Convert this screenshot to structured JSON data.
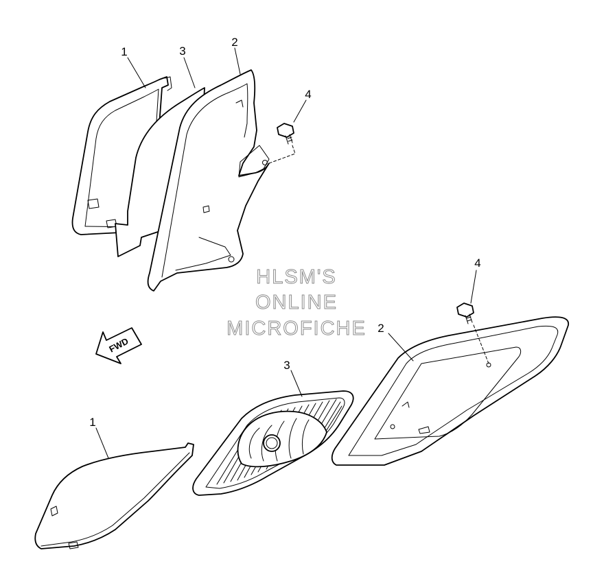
{
  "callouts": {
    "upper_1": "1",
    "upper_3": "3",
    "upper_2": "2",
    "upper_4": "4",
    "lower_4": "4",
    "lower_2": "2",
    "lower_3": "3",
    "lower_1": "1"
  },
  "watermark": {
    "line1": "HLSM'S",
    "line2": "ONLINE",
    "line3": "MICROFICHE"
  },
  "fwd_arrow": {
    "label": "FWD"
  },
  "colors": {
    "line": "#000000",
    "watermark_outline": "#8a8a8a",
    "background": "#ffffff"
  }
}
